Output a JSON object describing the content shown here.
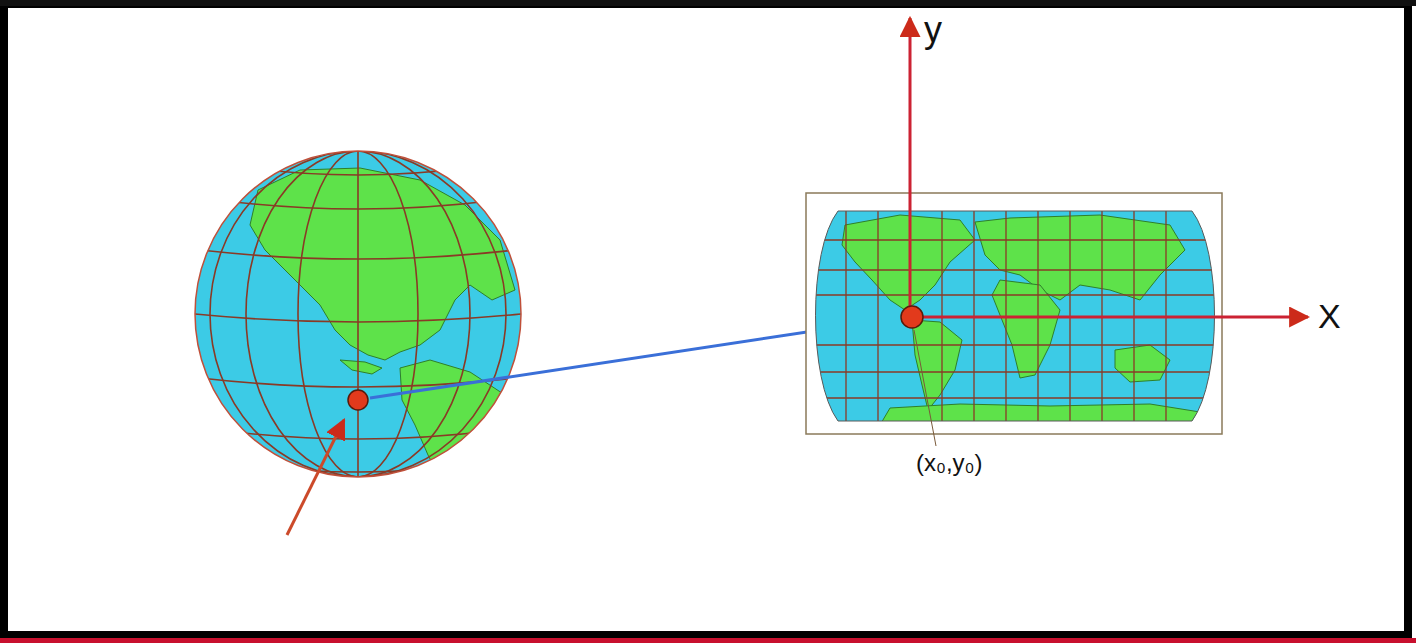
{
  "diagram": {
    "labels": [
      "y",
      "X",
      "(x₀,y₀)"
    ]
  }
}
